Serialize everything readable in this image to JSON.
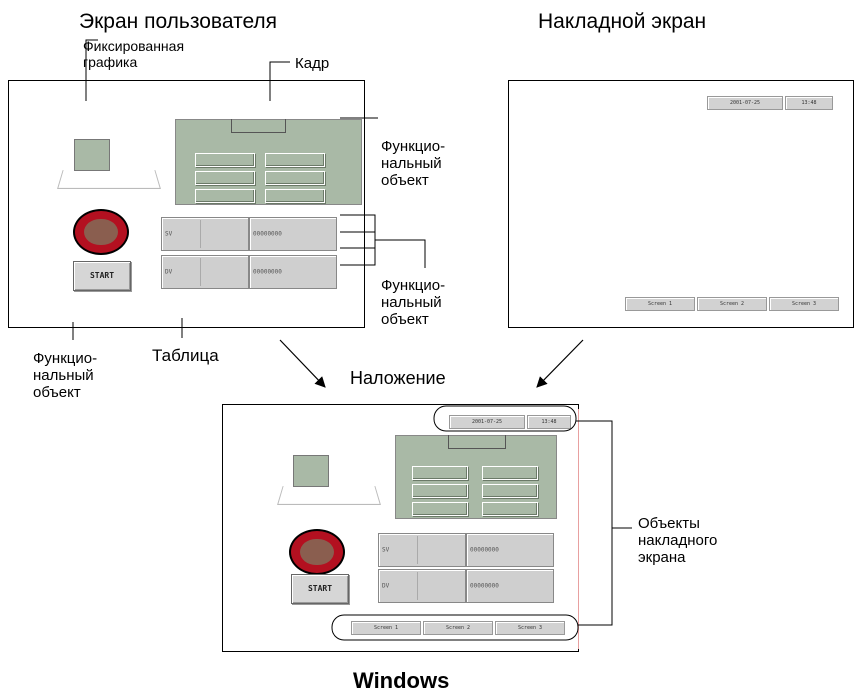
{
  "titles": {
    "user_screen": "Экран пользователя",
    "overlay_screen": "Накладной экран",
    "overlay_process": "Наложение",
    "windows": "Windows"
  },
  "labels": {
    "fixed_graphics_1": "Фиксированная",
    "fixed_graphics_2": "графика",
    "frame": "Кадр",
    "func_obj_a_1": "Функцио-",
    "func_obj_a_2": "нальный",
    "func_obj_a_3": "объект",
    "func_obj_b_1": "Функцио-",
    "func_obj_b_2": "нальный",
    "func_obj_b_3": "объект",
    "func_obj_c_1": "Функцио-",
    "func_obj_c_2": "нальный",
    "func_obj_c_3": "объект",
    "table": "Таблица",
    "overlay_objects_1": "Объекты",
    "overlay_objects_2": "накладного",
    "overlay_objects_3": "экрана"
  },
  "user_screen": {
    "start_label": "START",
    "table_cells": [
      "SV",
      "00000000",
      "DV",
      "00000000"
    ]
  },
  "overlay": {
    "date": "2001-07-25",
    "time": "13:48",
    "screens": [
      "Screen 1",
      "Screen 2",
      "Screen 3"
    ]
  },
  "windows_screen": {
    "start_label": "START",
    "table_cells": [
      "SV",
      "00000000",
      "DV",
      "00000000"
    ],
    "date": "2001-07-25",
    "time": "13:48",
    "screens": [
      "Screen 1",
      "Screen 2",
      "Screen 3"
    ]
  },
  "colors": {
    "frame_green": "#a9b9a6",
    "lamp_red": "#b31020",
    "lamp_inner": "#8a5e4f",
    "button_gray": "#d2d2d2",
    "overlay_border": "#e8a0a0"
  }
}
